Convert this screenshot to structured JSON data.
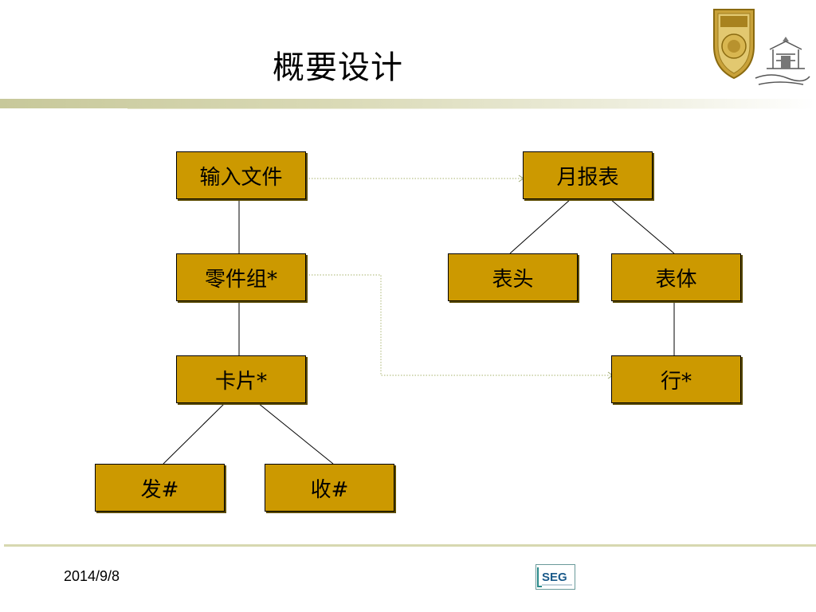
{
  "slide": {
    "title": "概要设计",
    "footer_date": "2014/9/8",
    "footer_logo": "SEG"
  },
  "diagram": {
    "input_file": "输入文件",
    "parts_group": "零件组*",
    "card": "卡片*",
    "send": "发#",
    "receive": "收#",
    "monthly_report": "月报表",
    "header": "表头",
    "body": "表体",
    "row": "行*"
  },
  "colors": {
    "box_fill": "#cc9900",
    "header_bar": "#c7c89a",
    "dotted_link": "#b9c28a"
  },
  "icons": {
    "emblem": "university-emblem-icon",
    "logo": "seg-logo-icon"
  }
}
